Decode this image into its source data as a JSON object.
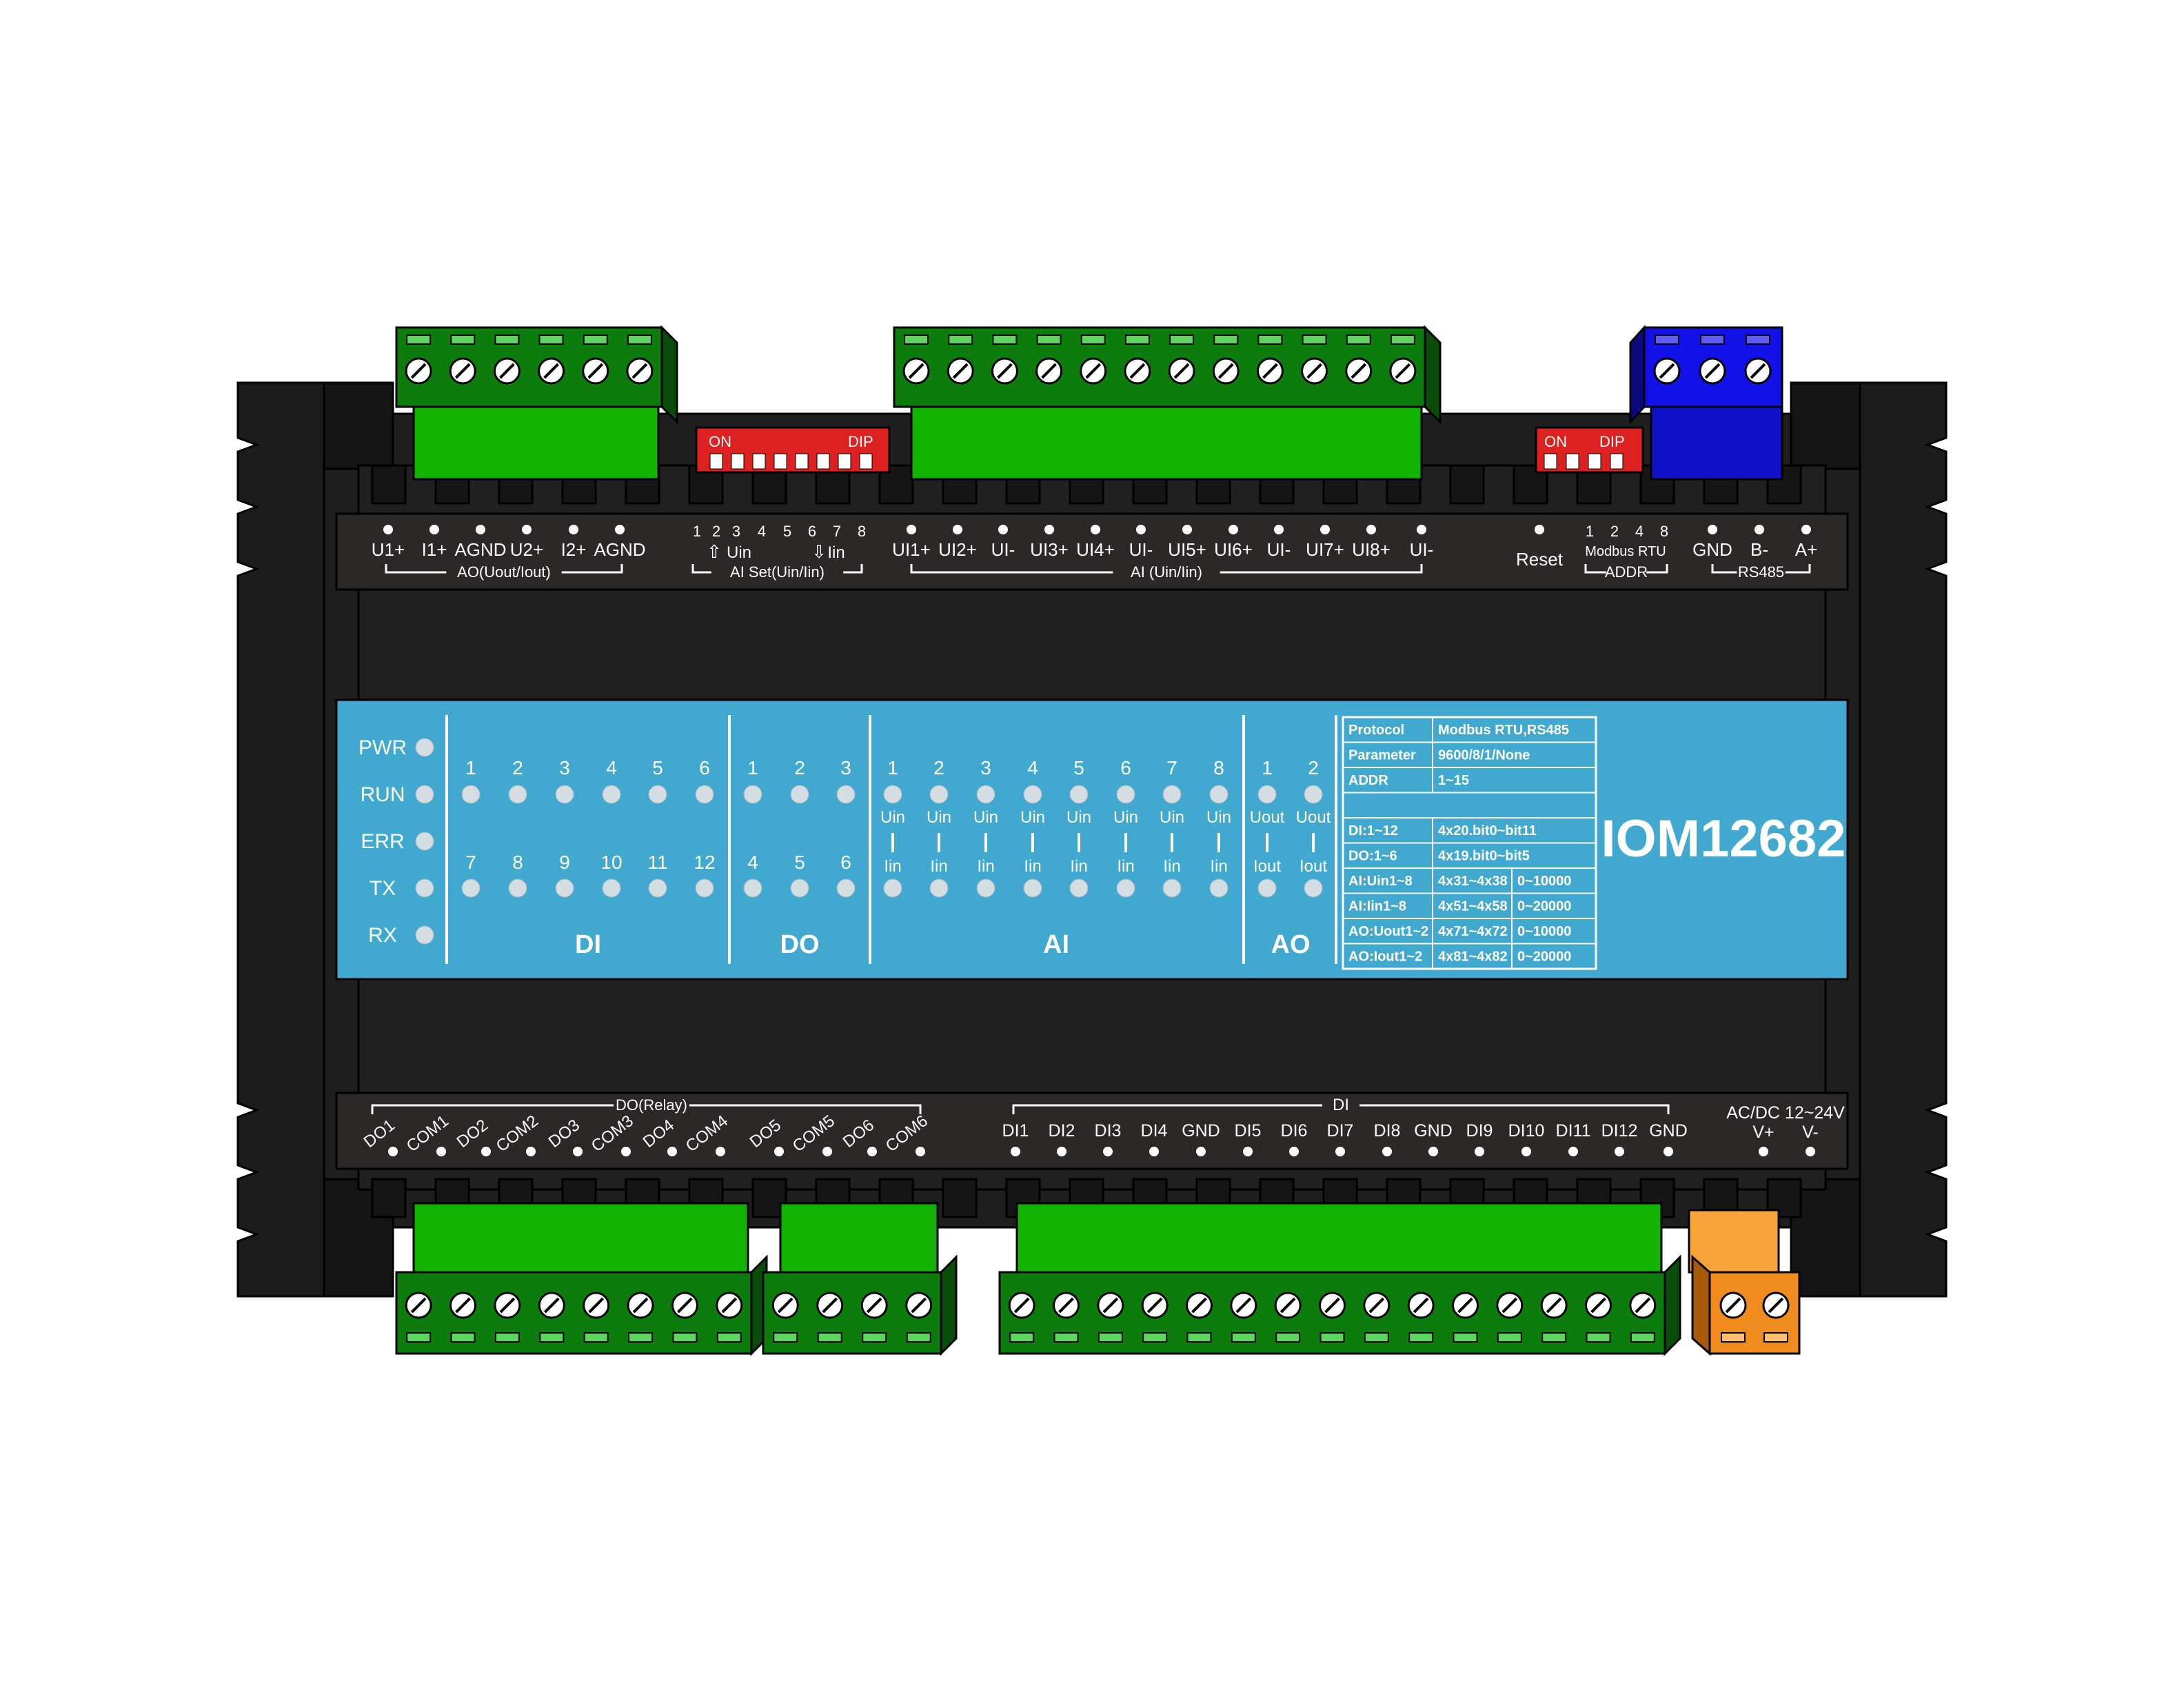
{
  "device": {
    "model": "IOM12682",
    "colors": {
      "housing": "#1a1a1a",
      "label_strip": "#2b2827",
      "panel": "#41a8d0",
      "terminal_green": "#11b200",
      "terminal_dark_green": "#0c7d0c",
      "terminal_blue": "#1212e8",
      "terminal_orange": "#f08c1e",
      "dip_red": "#dd2020",
      "led": "#d4dde2"
    }
  },
  "top_strip": {
    "ao_pins": [
      "U1+",
      "I1+",
      "AGND",
      "U2+",
      "I2+",
      "AGND"
    ],
    "ao_group": "AO(Uout/Iout)",
    "aiset_numbers": [
      "1",
      "2",
      "3",
      "4",
      "5",
      "6",
      "7",
      "8"
    ],
    "aiset_up": "Uin",
    "aiset_down": "Iin",
    "aiset_up_arrow": "⇧",
    "aiset_down_arrow": "⇩",
    "aiset_group": "AI Set(Uin/Iin)",
    "ai_pins": [
      "UI1+",
      "UI2+",
      "UI-",
      "UI3+",
      "UI4+",
      "UI-",
      "UI5+",
      "UI6+",
      "UI-",
      "UI7+",
      "UI8+",
      "UI-"
    ],
    "ai_group": "AI (Uin/Iin)",
    "reset_label": "Reset",
    "addr_numbers": [
      "1",
      "2",
      "4",
      "8"
    ],
    "addr_sub": "Modbus RTU",
    "addr_group": "ADDR",
    "rs485_pins": [
      "GND",
      "B-",
      "A+"
    ],
    "rs485_group": "RS485"
  },
  "dip_switches": [
    {
      "on_label": "ON",
      "dip_label": "DIP"
    },
    {
      "on_label": "ON",
      "dip_label": "DIP"
    }
  ],
  "panel": {
    "status_leds": [
      "PWR",
      "RUN",
      "ERR",
      "TX",
      "RX"
    ],
    "di": {
      "title": "DI",
      "row1": [
        "1",
        "2",
        "3",
        "4",
        "5",
        "6"
      ],
      "row2": [
        "7",
        "8",
        "9",
        "10",
        "11",
        "12"
      ]
    },
    "do": {
      "title": "DO",
      "row1": [
        "1",
        "2",
        "3"
      ],
      "row2": [
        "4",
        "5",
        "6"
      ]
    },
    "ai": {
      "title": "AI",
      "numbers": [
        "1",
        "2",
        "3",
        "4",
        "5",
        "6",
        "7",
        "8"
      ],
      "upper": "Uin",
      "lower": "Iin"
    },
    "ao": {
      "title": "AO",
      "numbers": [
        "1",
        "2"
      ],
      "upper": "Uout",
      "lower": "Iout"
    },
    "info_table": [
      [
        "Protocol",
        "Modbus RTU,RS485"
      ],
      [
        "Parameter",
        "9600/8/1/None"
      ],
      [
        "ADDR",
        "1~15"
      ],
      [
        ""
      ],
      [
        "DI:1~12",
        "4x20.bit0~bit11"
      ],
      [
        "DO:1~6",
        "4x19.bit0~bit5"
      ],
      [
        "AI:Uin1~8",
        "4x31~4x38",
        "0~10000"
      ],
      [
        "AI:Iin1~8",
        "4x51~4x58",
        "0~20000"
      ],
      [
        "AO:Uout1~2",
        "4x71~4x72",
        "0~10000"
      ],
      [
        "AO:Iout1~2",
        "4x81~4x82",
        "0~20000"
      ]
    ]
  },
  "bottom_strip": {
    "do_group": "DO(Relay)",
    "do_pins": [
      "DO1",
      "COM1",
      "DO2",
      "COM2",
      "DO3",
      "COM3",
      "DO4",
      "COM4",
      "DO5",
      "COM5",
      "DO6",
      "COM6"
    ],
    "di_group": "DI",
    "di_pins": [
      "DI1",
      "DI2",
      "DI3",
      "DI4",
      "GND",
      "DI5",
      "DI6",
      "DI7",
      "DI8",
      "GND",
      "DI9",
      "DI10",
      "DI11",
      "DI12",
      "GND"
    ],
    "power_title": "AC/DC 12~24V",
    "power_pins": [
      "V+",
      "V-"
    ]
  }
}
